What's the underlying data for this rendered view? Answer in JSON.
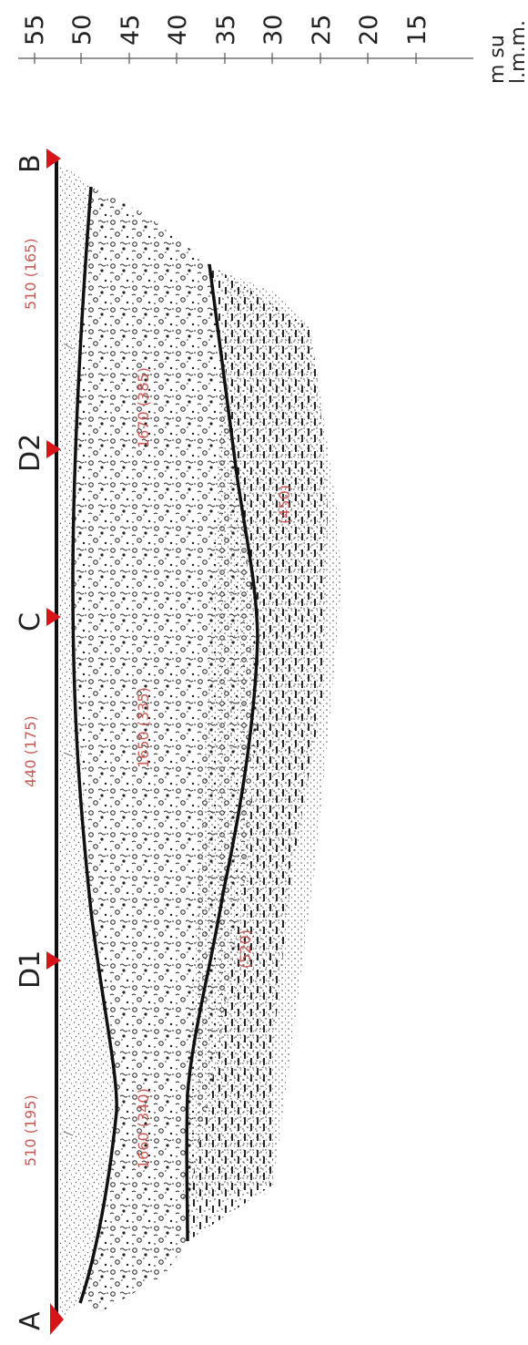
{
  "scale": {
    "ticks": [
      "55",
      "50",
      "45",
      "40",
      "35",
      "30",
      "25",
      "20",
      "15"
    ],
    "unit_line1": "m su",
    "unit_line2": "l.m.m."
  },
  "stations": {
    "a": "A",
    "d1": "D1",
    "c": "C",
    "d2": "D2",
    "b": "B"
  },
  "labels": {
    "top_left": "510 (195)",
    "top_mid": "440 (175)",
    "top_right": "510 (165)",
    "mid_left": "1660 (340)",
    "mid_mid": "1650 (335)",
    "mid_right": "1670 (385)",
    "low_left": "(520)",
    "low_right": "(450)"
  },
  "colors": {
    "line": "#111111",
    "marker": "#d8141b",
    "value_text": "#c85a55"
  }
}
